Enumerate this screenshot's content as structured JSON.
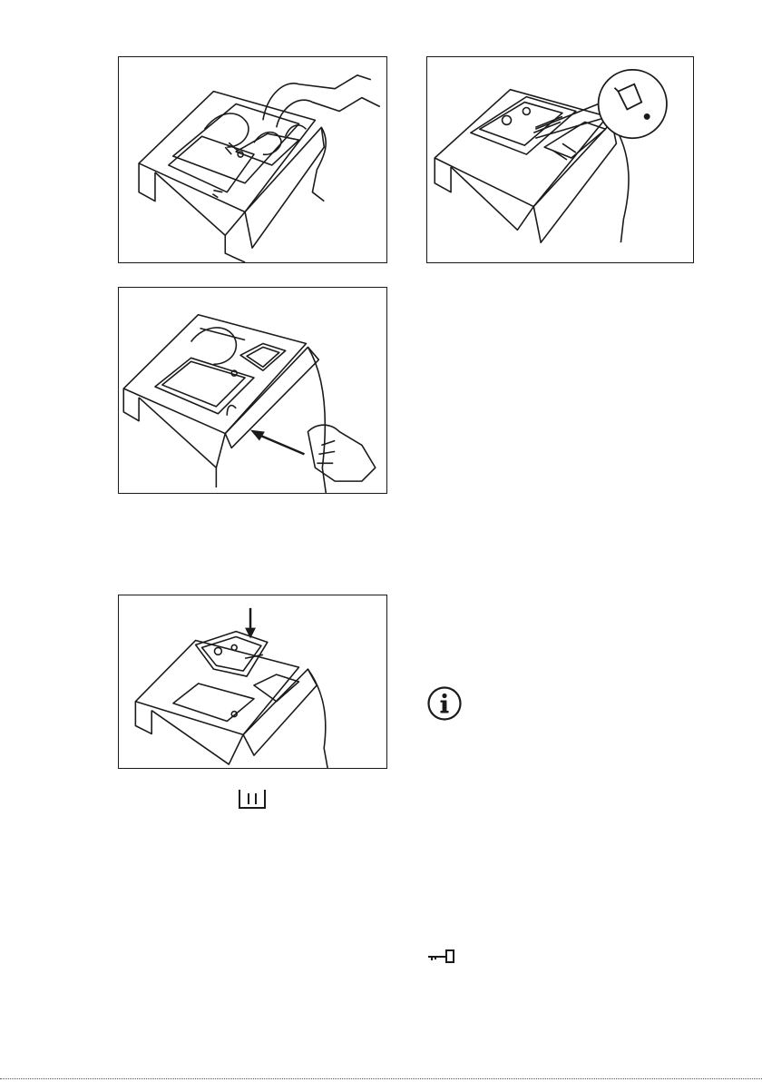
{
  "figures": [
    {
      "id": "fig-open-flap",
      "icon": "hand-opening-detergent-flap-illustration"
    },
    {
      "id": "fig-liquid-detergent",
      "icon": "liquid-detergent-pour-illustration"
    },
    {
      "id": "fig-close-drawer",
      "icon": "hand-pushing-drawer-closed-illustration"
    },
    {
      "id": "fig-insert-container",
      "icon": "insert-container-arrow-illustration"
    }
  ],
  "symbols": {
    "compartment": "main-wash-compartment-icon",
    "info": "info-icon",
    "child_lock": "key-lock-icon"
  },
  "colors": {
    "line": "#1a1a1a",
    "background": "#ffffff"
  }
}
